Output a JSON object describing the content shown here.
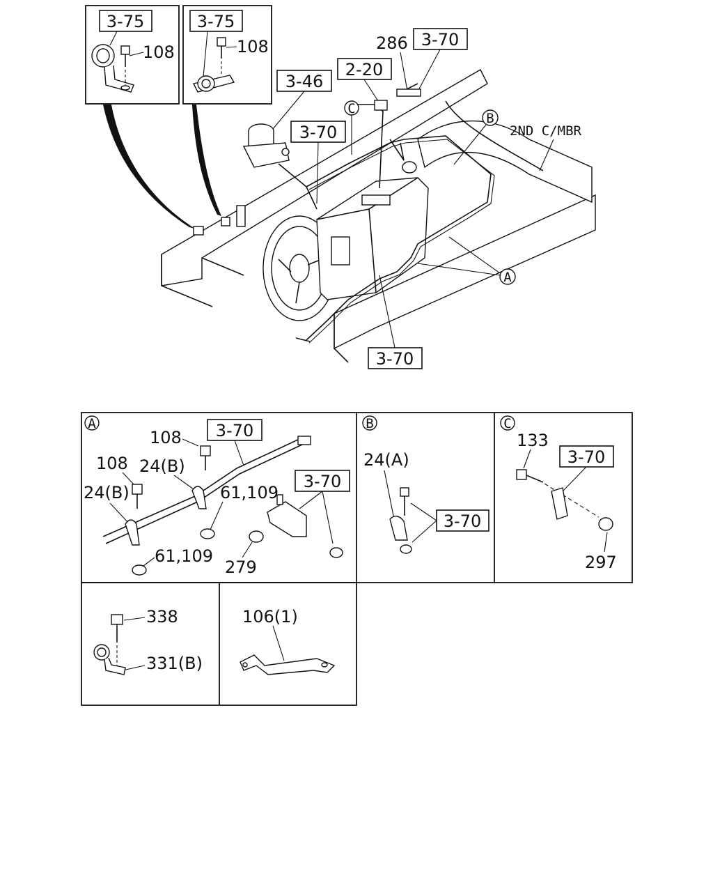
{
  "main_diagram": {
    "inset_left": {
      "ref": "3-75",
      "part": "108"
    },
    "inset_right": {
      "ref": "3-75",
      "part": "108"
    },
    "callouts": {
      "ref_286": "286",
      "ref_3_70_top": "3-70",
      "ref_2_20": "2-20",
      "ref_3_46": "3-46",
      "ref_3_70_mid": "3-70",
      "ref_3_70_bottom": "3-70",
      "circle_c": "C",
      "circle_b": "B",
      "circle_a": "A",
      "frame_label": "2ND C/MBR"
    }
  },
  "detail_a": {
    "circle": "A",
    "labels": {
      "p108_top": "108",
      "ref_3_70_top": "3-70",
      "p108_left": "108",
      "p24b_top": "24(B)",
      "p24b_left": "24(B)",
      "p61_109_top": "61,109",
      "ref_3_70_right": "3-70",
      "p61_109_bottom": "61,109",
      "p279": "279"
    }
  },
  "detail_b": {
    "circle": "B",
    "labels": {
      "p24a": "24(A)",
      "ref_3_70": "3-70"
    }
  },
  "detail_c": {
    "circle": "C",
    "labels": {
      "p133": "133",
      "ref_3_70": "3-70",
      "p297": "297"
    }
  },
  "detail_clip": {
    "labels": {
      "p338": "338",
      "p331b": "331(B)"
    }
  },
  "detail_bracket": {
    "labels": {
      "p106": "106(1)"
    }
  }
}
